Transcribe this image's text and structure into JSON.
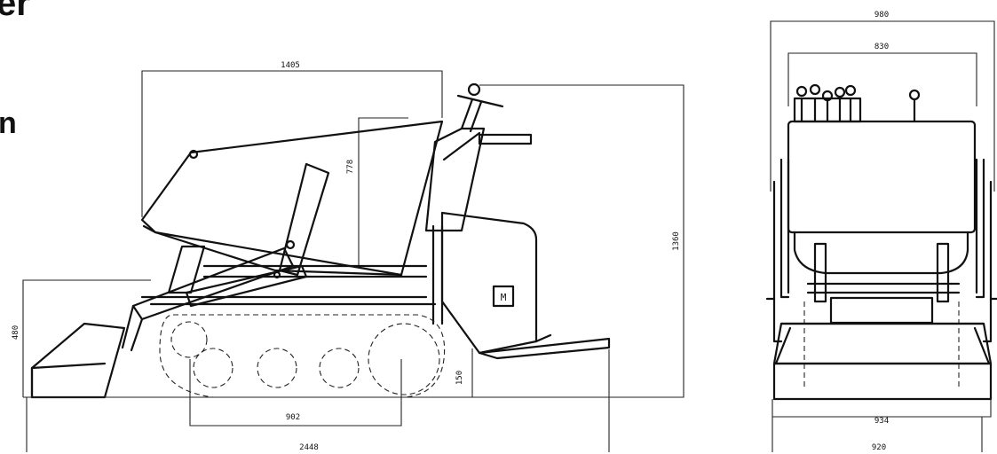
{
  "corner_fragments": {
    "top": "er",
    "middle": "n"
  },
  "side_view": {
    "dims": {
      "bucket_span": "1405",
      "bucket_height": "778",
      "total_height": "1360",
      "front_height": "480",
      "ground_clearance": "150",
      "wheelbase": "902",
      "overall_length": "2448"
    },
    "motor_label": "M"
  },
  "front_view": {
    "dims": {
      "overall_width": "980",
      "body_width": "830",
      "track_width": "934",
      "bottom_width": "920"
    }
  }
}
